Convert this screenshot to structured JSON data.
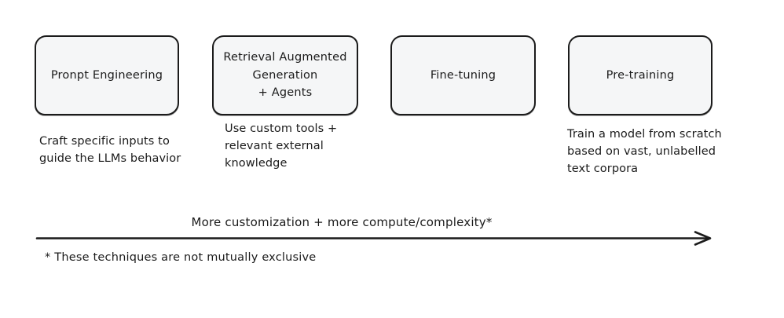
{
  "diagram": {
    "title_implicit": "LLM customization techniques",
    "colors": {
      "background": "#ffffff",
      "box_fill": "#f5f6f7",
      "stroke": "#1b1b1b",
      "text": "#1b1b1b"
    },
    "stages": [
      {
        "title": "Pronpt Engineering",
        "description": "Craft specific inputs to\nguide the LLMs behavior"
      },
      {
        "title": "Retrieval Augmented\nGeneration\n+ Agents",
        "description": "Use custom tools +\nrelevant external\nknowledge"
      },
      {
        "title": "Fine-tuning",
        "description": ""
      },
      {
        "title": "Pre-training",
        "description": "Train a model from scratch\nbased on vast, unlabelled\ntext corpora"
      }
    ],
    "axis": {
      "label": "More customization + more compute/complexity*",
      "direction": "right",
      "footnote": "* These techniques are not mutually exclusive"
    }
  }
}
